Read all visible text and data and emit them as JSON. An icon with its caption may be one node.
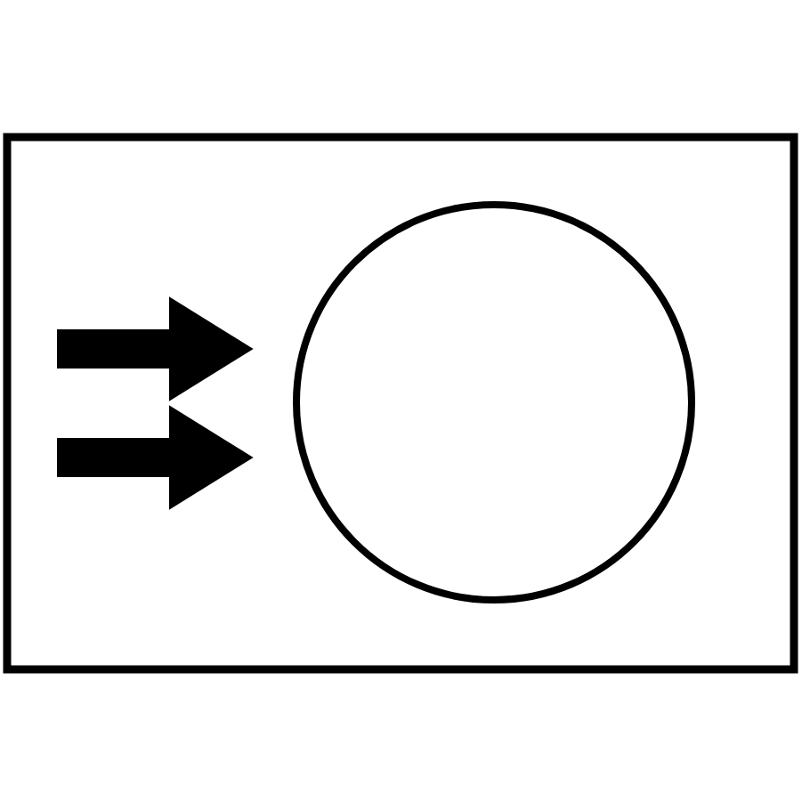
{
  "diagram": {
    "nodes": [
      {
        "text": [],
        "shape": "box"
      },
      {
        "text": [],
        "shape": "circle",
        "in": 0
      }
    ]
  }
}
